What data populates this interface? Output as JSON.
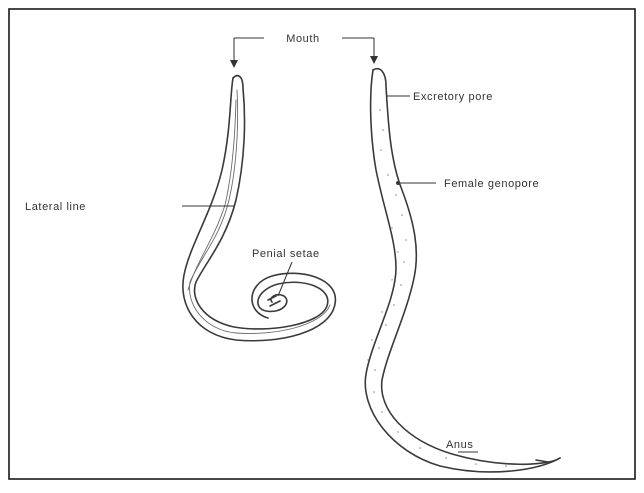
{
  "labels": {
    "mouth": "Mouth",
    "excretory_pore": "Excretory pore",
    "female_genopore": "Female genopore",
    "lateral_line": "Lateral line",
    "penial_setae": "Penial setae",
    "anus": "Anus"
  },
  "colors": {
    "background": "#ffffff",
    "frame": "#1a1a1a",
    "ink": "#3a3a3a"
  }
}
